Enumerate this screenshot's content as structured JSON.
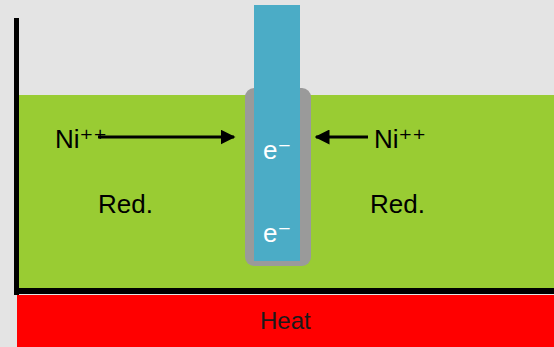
{
  "diagram": {
    "nodes": [
      {
        "text": [
          "e⁻",
          "e⁻"
        ]
      },
      {
        "text": [
          "Heat"
        ]
      }
    ],
    "labels": [
      "Ni⁺⁺",
      "Ni⁺⁺",
      "Red.",
      "Red."
    ]
  }
}
